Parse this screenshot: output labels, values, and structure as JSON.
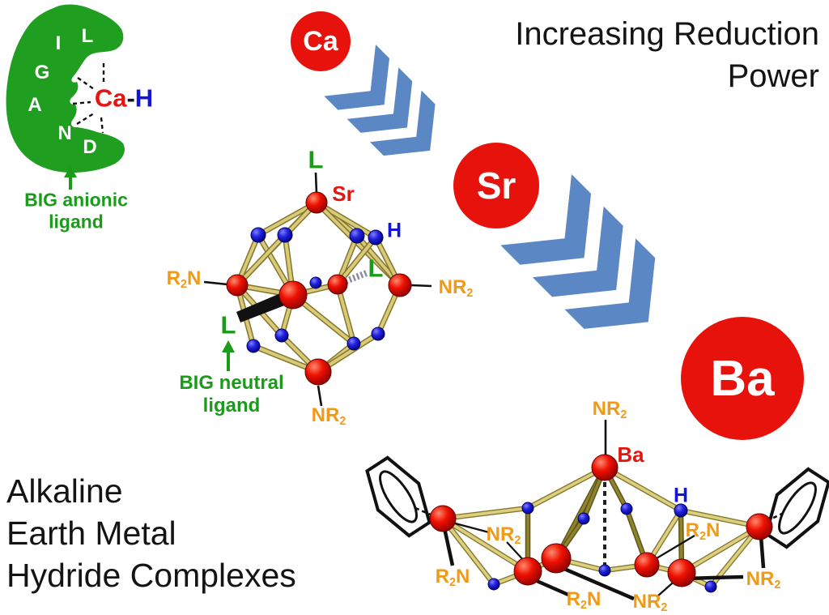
{
  "header": {
    "line1": "Increasing Reduction",
    "line2": "Power"
  },
  "footer": {
    "line1": "Alkaline",
    "line2": "Earth Metal",
    "line3": "Hydride Complexes"
  },
  "metal_series": {
    "ca": "Ca",
    "sr": "Sr",
    "ba": "Ba"
  },
  "anionic_ligand": {
    "letters": [
      "L",
      "I",
      "G",
      "A",
      "N",
      "D"
    ],
    "formula": {
      "metal": "Ca",
      "dash": "-",
      "hydride": "H"
    },
    "caption1": "BIG anionic",
    "caption2": "ligand"
  },
  "sr_complex": {
    "ligand_top": "L",
    "metal": "Sr",
    "hydride": "H",
    "ligand_side": "L",
    "ligand_front": "L",
    "amide_left": {
      "pre": "R",
      "sub": "2",
      "post": "N"
    },
    "amide_right": {
      "pre": "NR",
      "sub": "2",
      "post": ""
    },
    "amide_bottom": {
      "pre": "NR",
      "sub": "2",
      "post": ""
    },
    "caption1": "BIG neutral",
    "caption2": "ligand"
  },
  "ba_complex": {
    "metal": "Ba",
    "hydride": "H",
    "amide_top": {
      "pre": "NR",
      "sub": "2",
      "post": ""
    },
    "amide_upper_left": {
      "pre": "NR",
      "sub": "2",
      "post": ""
    },
    "amide_left": {
      "pre": "R",
      "sub": "2",
      "post": "N"
    },
    "amide_bottom_left": {
      "pre": "R",
      "sub": "2",
      "post": "N"
    },
    "amide_bottom_right": {
      "pre": "NR",
      "sub": "2",
      "post": ""
    },
    "amide_upper_right": {
      "pre": "R",
      "sub": "2",
      "post": "N"
    },
    "amide_right": {
      "pre": "NR",
      "sub": "2",
      "post": ""
    }
  },
  "colors": {
    "green": "#1a9c1a",
    "red": "#e8120c",
    "blue_text": "#1515d6",
    "orange": "#f09a18",
    "chevron_blue": "#5b87c4",
    "bond_gold": "#d9c97a"
  }
}
